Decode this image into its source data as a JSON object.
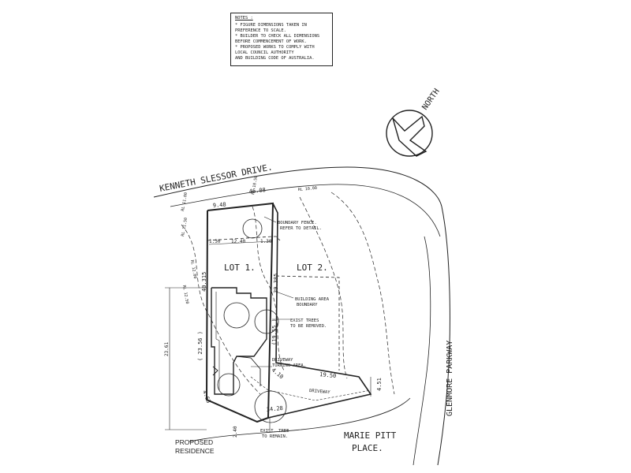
{
  "notes": {
    "title": "NOTES :",
    "items": [
      "* FIGURE DIMENSIONS TAKEN IN",
      "  PREFERENCE TO SCALE.",
      "* BUILDER TO CHECK ALL DIMENSIONS",
      "  BEFORE COMMENCEMENT OF WORK.",
      "* PROPOSED WORKS TO COMPLY WITH",
      "  LOCAL COUNCIL AUTHORITY",
      "  AND BUILDING CODE OF AUSTRALIA."
    ]
  },
  "north": {
    "label": "NORTH"
  },
  "streets": {
    "kenneth": "KENNETH SLESSOR DRIVE.",
    "glenmore": "GLENMORE PARKWAY",
    "marie_line1": "MARIE PITT",
    "marie_line2": "PLACE."
  },
  "lots": {
    "lot1": "LOT 1.",
    "lot2": "LOT 2."
  },
  "dimensions": {
    "d948": "9.48",
    "d4608": "46.08",
    "d130a": "1.30",
    "d1240": "12.40",
    "d130b": "1.30",
    "d40315": "40.315",
    "d39385": "39.385",
    "d2356": "( 23.56 )",
    "d1955": "(19.55 )",
    "d2361": "23.61",
    "d410": "4.10",
    "d1950": "19.50",
    "d451": "4.51",
    "d3428": "34.28",
    "d463": "4.63",
    "d240": "2.40"
  },
  "levels": {
    "rl1": "RL 11.00",
    "rl2": "RL 10.50",
    "rl3": "RL 10.00",
    "rl4": "RL 11.50",
    "rl5": "RL 12.00",
    "rl6": "RL 12.50"
  },
  "annotations": {
    "fence_1": "BOUNDARY FENCE.",
    "fence_2": "REFER TO DETAIL.",
    "bldg_1": "BUILDING AREA",
    "bldg_2": "BOUNDARY",
    "trees_1": "EXIST TREES",
    "trees_2": "TO BE REMOVED.",
    "drive_1": "DRIVEWAY",
    "drive_2": "TURNING AREA.",
    "driveway": "DRIVEWAY",
    "tree_1": "EXIST. TREE",
    "tree_2": "TO REMAIN."
  },
  "caption": {
    "line1": "PROPOSED",
    "line2": "RESIDENCE"
  }
}
